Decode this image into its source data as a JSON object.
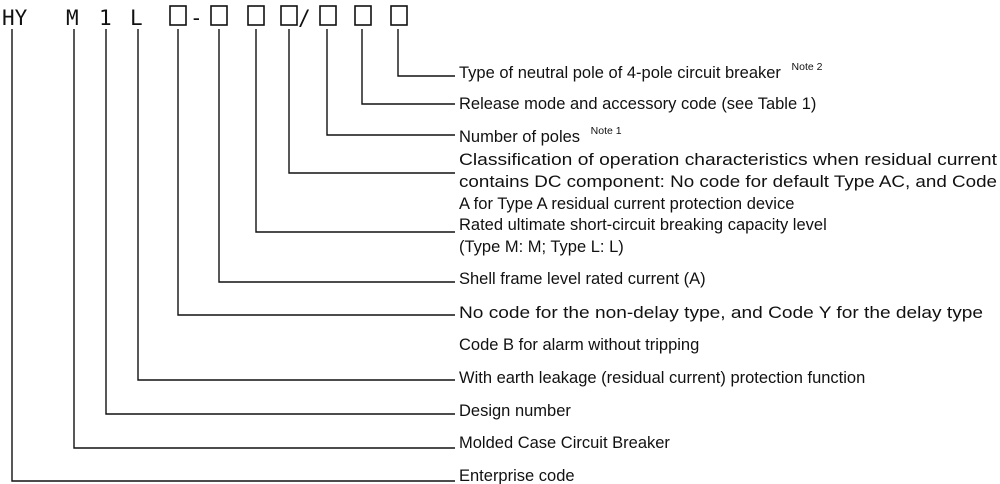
{
  "code_parts": [
    {
      "id": "hy",
      "text": "HY"
    },
    {
      "id": "m",
      "text": "M"
    },
    {
      "id": "one",
      "text": "1"
    },
    {
      "id": "l",
      "text": "L"
    },
    {
      "id": "box1",
      "text": ""
    },
    {
      "id": "dash",
      "text": "-"
    },
    {
      "id": "box2",
      "text": ""
    },
    {
      "id": "box3",
      "text": ""
    },
    {
      "id": "box4",
      "text": ""
    },
    {
      "id": "slash",
      "text": "/"
    },
    {
      "id": "box5",
      "text": ""
    },
    {
      "id": "box6",
      "text": ""
    },
    {
      "id": "box7",
      "text": ""
    }
  ],
  "descriptions": [
    {
      "target": "box7",
      "lines": [
        "Type of neutral pole of 4-pole circuit breaker"
      ],
      "note": "Note 2"
    },
    {
      "target": "box6",
      "lines": [
        "Release mode and accessory code (see Table 1)"
      ],
      "note": ""
    },
    {
      "target": "box5",
      "lines": [
        "Number of poles"
      ],
      "note": "Note 1"
    },
    {
      "target": "box4",
      "lines": [
        "Classification of operation characteristics when residual current",
        "contains DC component: No code for default Type AC, and Code",
        "A for Type A residual current protection device"
      ],
      "note": ""
    },
    {
      "target": "box3",
      "lines": [
        "Rated ultimate short-circuit breaking capacity level",
        "(Type M: M; Type L: L)"
      ],
      "note": ""
    },
    {
      "target": "box2",
      "lines": [
        "Shell frame level rated current (A)"
      ],
      "note": ""
    },
    {
      "target": "box1",
      "lines": [
        "No code for the non-delay type, and Code Y for the delay type"
      ],
      "note": ""
    },
    {
      "target": "",
      "lines": [
        "Code B for alarm without tripping"
      ],
      "note": ""
    },
    {
      "target": "l",
      "lines": [
        "With earth leakage (residual current) protection function"
      ],
      "note": ""
    },
    {
      "target": "one",
      "lines": [
        "Design number"
      ],
      "note": ""
    },
    {
      "target": "m",
      "lines": [
        "Molded Case Circuit Breaker"
      ],
      "note": ""
    },
    {
      "target": "hy",
      "lines": [
        "Enterprise code"
      ],
      "note": ""
    }
  ]
}
